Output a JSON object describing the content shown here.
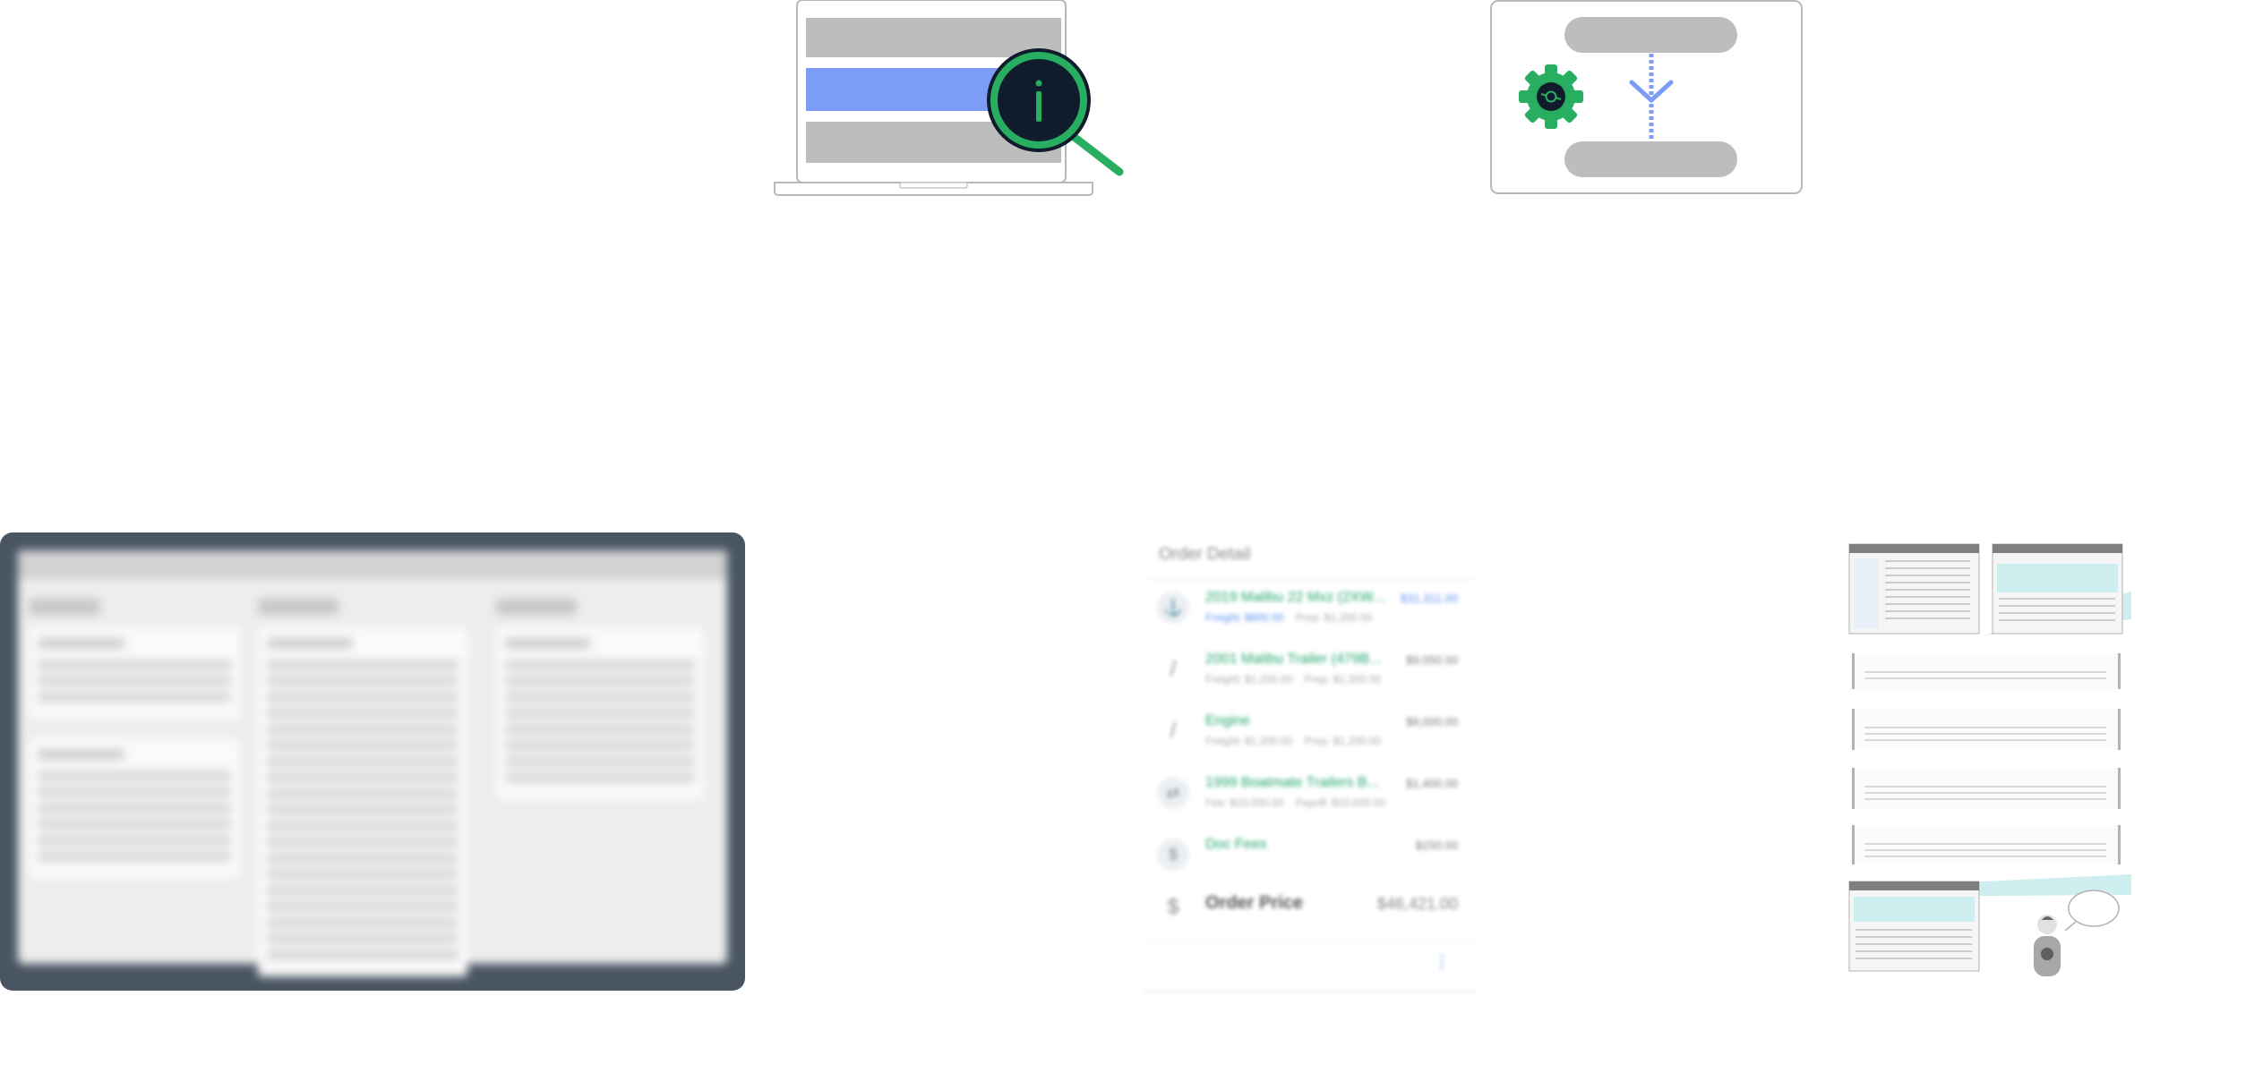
{
  "illustrations": {
    "laptop": {
      "icon": "magnifier-info-icon"
    },
    "workflow": {
      "icon": "gear-icon"
    },
    "right": {
      "speech_bubble": ""
    }
  },
  "order": {
    "title": "Order Detail",
    "items": [
      {
        "icon": "boat-icon",
        "name": "2019 Malibu 22 Mxz (2XW...",
        "sub_left": "Freight: $800.00",
        "sub_right": "Prep: $1,200.00",
        "amount": "$31,311.00",
        "amount_highlight": true
      },
      {
        "icon": "wrench-icon",
        "name": "2001 Malibu Trailer (479B...",
        "sub_left": "Freight: $1,200.00",
        "sub_right": "Prep: $1,200.00",
        "amount": "$9,050.00",
        "amount_highlight": false
      },
      {
        "icon": "wrench-icon",
        "name": "Engine",
        "sub_left": "Freight: $1,200.00",
        "sub_right": "Prep: $1,200.00",
        "amount": "$9,000.00",
        "amount_highlight": false
      },
      {
        "icon": "trailer-icon",
        "name": "1999 Boatmate Trailers B...",
        "sub_left": "Fee: $10,000.00",
        "sub_right": "Payoff: $10,000.00",
        "amount": "$1,400.00",
        "amount_highlight": false
      },
      {
        "icon": "dollar-circle-icon",
        "name": "Doc Fees",
        "sub_left": "",
        "sub_right": "",
        "amount": "$150.00",
        "amount_highlight": false
      }
    ],
    "total": {
      "icon": "dollar-icon",
      "label": "Order Price",
      "amount": "$46,421.00"
    },
    "more_icon": "more-vertical-icon"
  },
  "colors": {
    "accent_green": "#27ae60",
    "accent_blue": "#7c9cf5",
    "navy": "#101c2c",
    "dashboard_frame": "#4a5564"
  }
}
